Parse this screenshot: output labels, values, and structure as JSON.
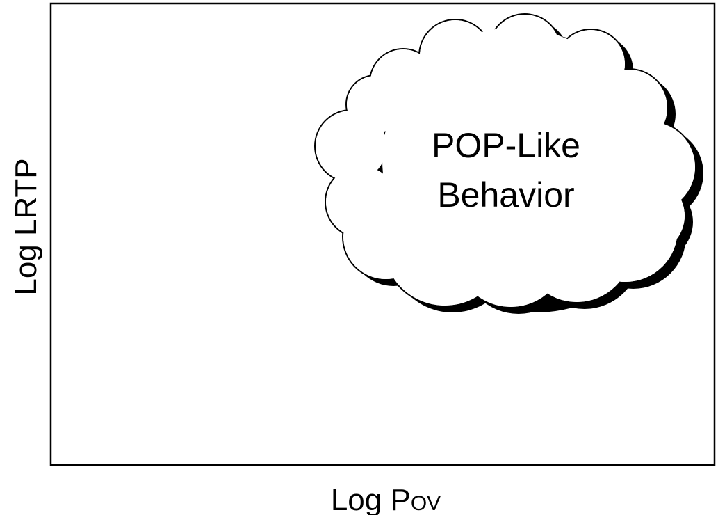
{
  "diagram": {
    "region_label": {
      "line1": "POP-Like",
      "line2": "Behavior"
    },
    "x_axis": {
      "label_main": "Log P",
      "label_subscript": "OV"
    },
    "y_axis": {
      "label": "Log LRTP"
    },
    "colors": {
      "frame": "#000000",
      "cloud_fill": "#ffffff",
      "cloud_outline": "#000000",
      "cloud_shadow": "#000000",
      "text": "#000000"
    }
  }
}
